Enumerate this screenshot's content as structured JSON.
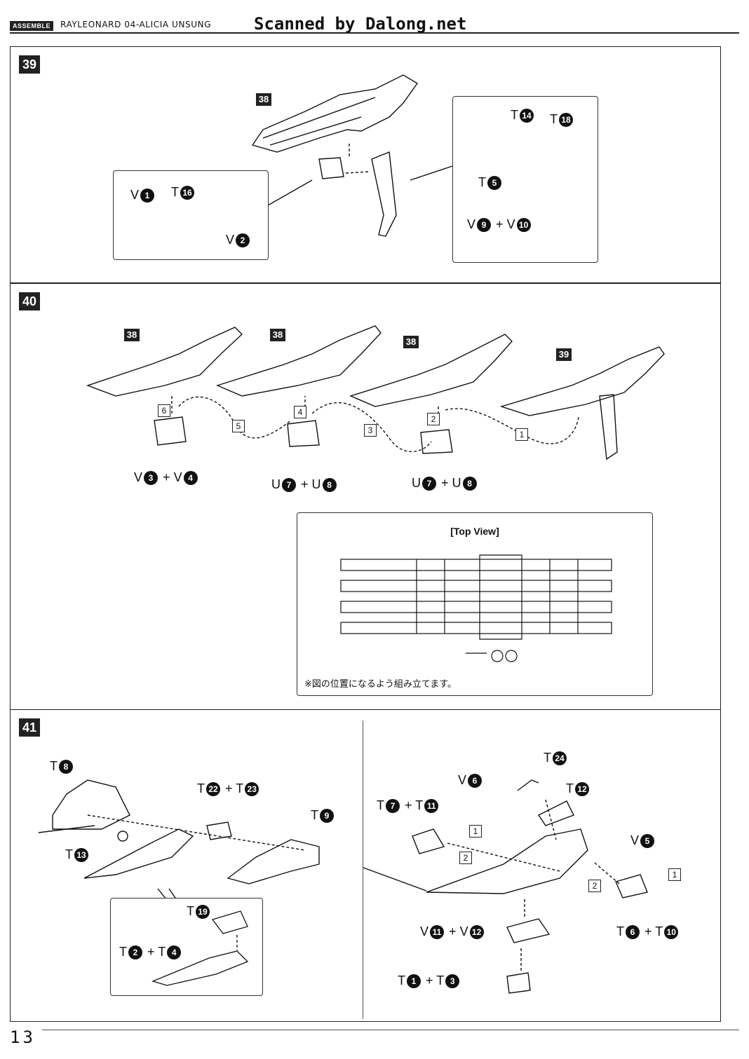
{
  "header": {
    "badge": "ASSEMBLE",
    "title": "RAYLEONARD 04-ALICIA UNSUNG",
    "watermark": "Scanned by Dalong.net"
  },
  "page_number": "13",
  "step39": {
    "number": "39",
    "ref": "38",
    "left_inset": {
      "v1": "V",
      "n1": "1",
      "t": "T",
      "n16": "16",
      "v2": "V",
      "n2": "2"
    },
    "right_inset": {
      "t14": "T",
      "n14": "14",
      "t18": "T",
      "n18": "18",
      "t5": "T",
      "n5": "5",
      "v9": "V",
      "n9": "9",
      "plus": "+",
      "v10": "V",
      "n10": "10"
    }
  },
  "step40": {
    "number": "40",
    "refs": [
      "38",
      "38",
      "38",
      "39"
    ],
    "order": [
      "6",
      "5",
      "4",
      "3",
      "2",
      "1"
    ],
    "parts": [
      {
        "a": "V",
        "na": "3",
        "b": "V",
        "nb": "4"
      },
      {
        "a": "U",
        "na": "7",
        "b": "U",
        "nb": "8"
      },
      {
        "a": "U",
        "na": "7",
        "b": "U",
        "nb": "8"
      }
    ],
    "plus": "+",
    "topview": {
      "title": "[Top View]",
      "note": "※図の位置になるよう組み立てます。"
    }
  },
  "step41": {
    "number": "41",
    "left": {
      "t8": "T",
      "n8": "8",
      "t22": "T",
      "n22": "22",
      "plus": "+",
      "t23": "T",
      "n23": "23",
      "t9": "T",
      "n9": "9",
      "t13": "T",
      "n13": "13",
      "inset": {
        "t19": "T",
        "n19": "19",
        "t2": "T",
        "n2": "2",
        "t4": "T",
        "n4": "4"
      }
    },
    "right": {
      "t24": "T",
      "n24": "24",
      "v6": "V",
      "n6": "6",
      "t12": "T",
      "n12": "12",
      "t7": "T",
      "n7": "7",
      "t11": "T",
      "n11": "11",
      "v5": "V",
      "n5": "5",
      "v11": "V",
      "nv11": "11",
      "v12": "V",
      "nv12": "12",
      "t6": "T",
      "nt6": "6",
      "t10": "T",
      "nt10": "10",
      "t1": "T",
      "nt1": "1",
      "t3": "T",
      "nt3": "3",
      "step1": "1",
      "step2": "2"
    }
  }
}
